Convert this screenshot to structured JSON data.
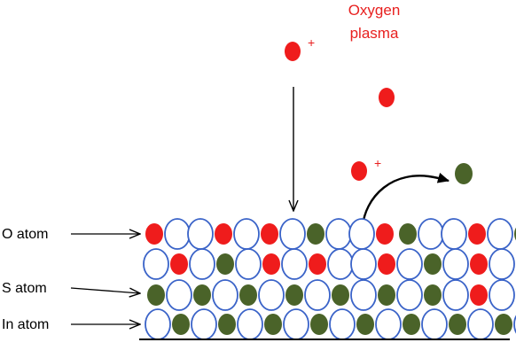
{
  "title": {
    "line1": "Oxygen",
    "line2": "plasma",
    "color": "#e8201f"
  },
  "labels": {
    "o_atom": "O atom",
    "s_atom": "S atom",
    "in_atom": "In atom"
  },
  "ions": {
    "charge_symbol": "+"
  },
  "colors": {
    "oxygen": "#ef1c1c",
    "sulfur": "#4a6329",
    "indium_outline": "#3a63c8",
    "substrate": "#000000"
  },
  "lattice": {
    "layers": [
      [
        "O",
        "In",
        "In",
        "O",
        "In",
        "O",
        "In",
        "S",
        "In",
        "In",
        "O",
        "S",
        "In",
        "In",
        "O",
        "In",
        "S"
      ],
      [
        "In",
        "O",
        "In",
        "S",
        "In",
        "O",
        "In",
        "O",
        "In",
        "In",
        "O",
        "In",
        "S",
        "In",
        "O",
        "In"
      ],
      [
        "S",
        "In",
        "S",
        "In",
        "S",
        "In",
        "S",
        "In",
        "S",
        "In",
        "S",
        "In",
        "S",
        "In",
        "O",
        "In",
        "S"
      ],
      [
        "In",
        "S",
        "In",
        "S",
        "In",
        "S",
        "In",
        "S",
        "In",
        "S",
        "In",
        "S",
        "In",
        "S",
        "In",
        "S",
        "In"
      ]
    ]
  }
}
